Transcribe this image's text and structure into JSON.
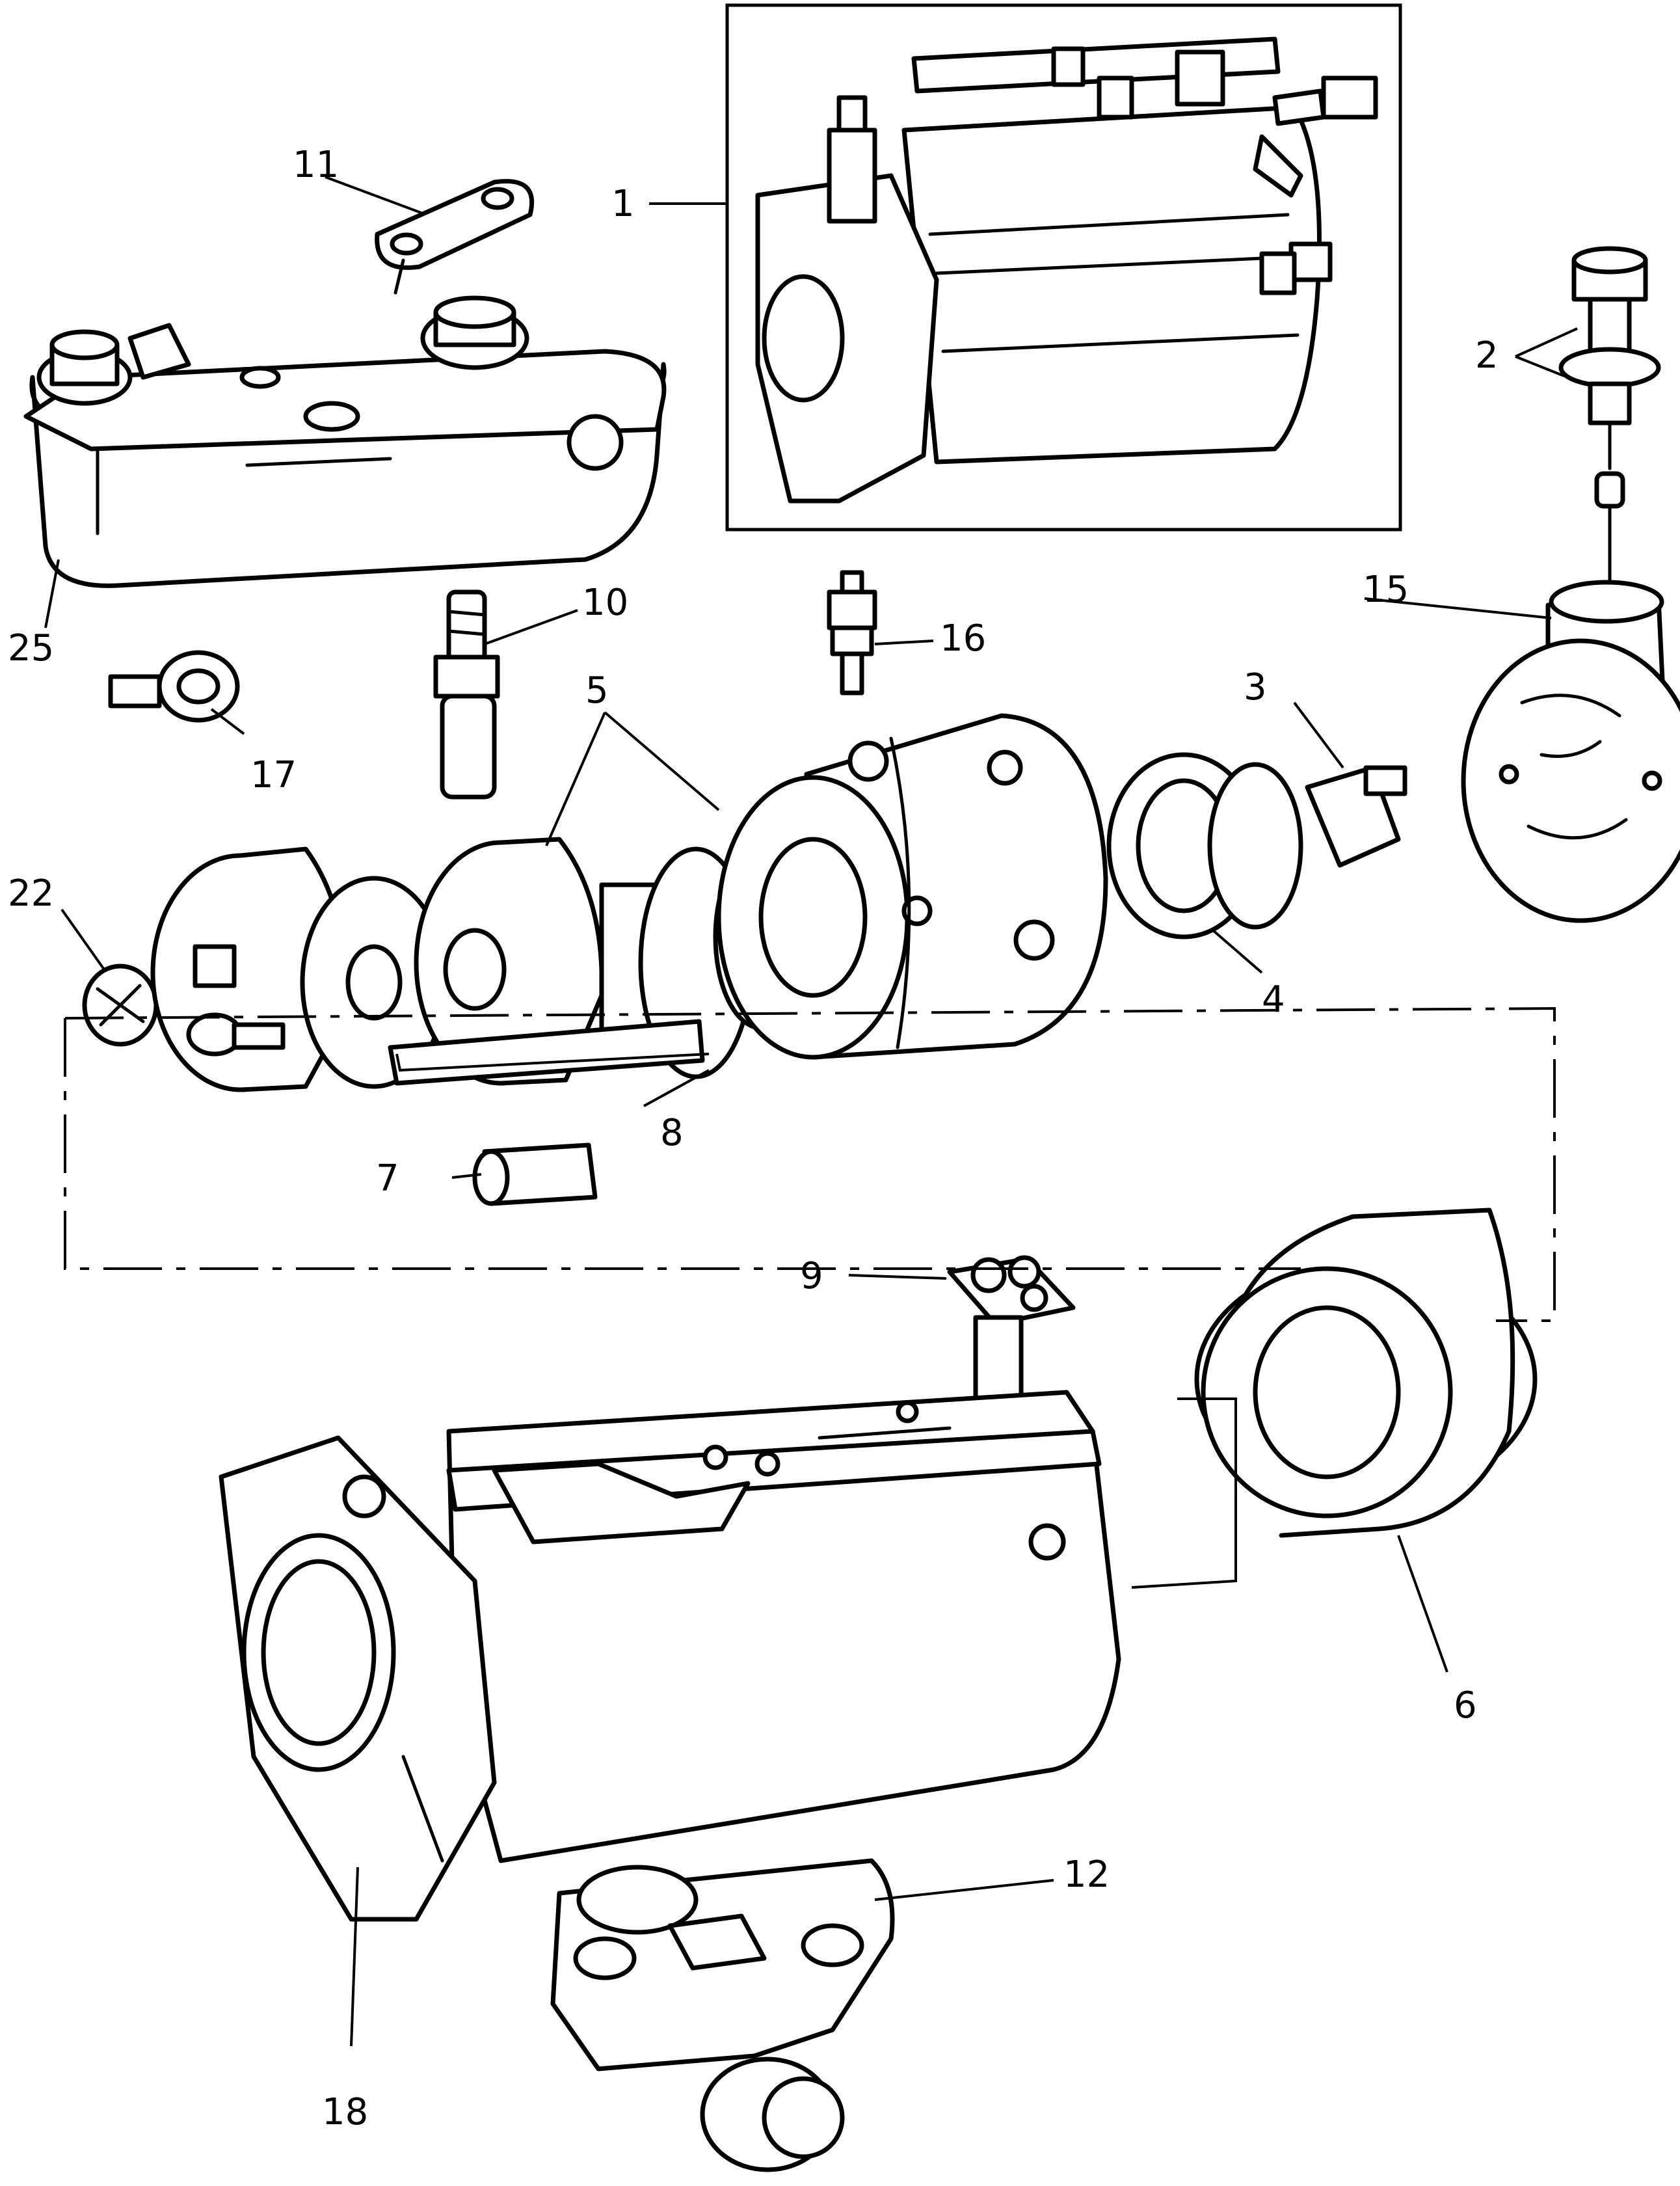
{
  "callouts": {
    "c1": "1",
    "c2": "2",
    "c3": "3",
    "c4": "4",
    "c5": "5",
    "c6": "6",
    "c7": "7",
    "c8": "8",
    "c9": "9",
    "c10": "10",
    "c11": "11",
    "c12": "12",
    "c15": "15",
    "c16": "16",
    "c17": "17",
    "c18": "18",
    "c22": "22",
    "c25": "25"
  },
  "colors": {
    "line": "#000000",
    "background": "#ffffff"
  }
}
